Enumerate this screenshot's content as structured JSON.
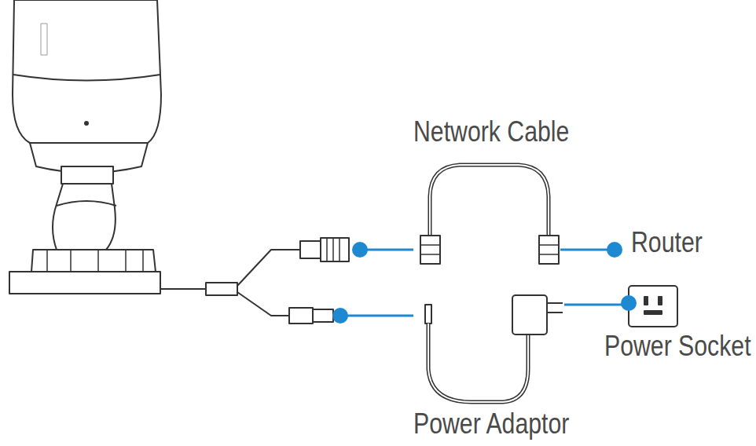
{
  "diagram": {
    "labels": [
      "Network Cable",
      "Router",
      "Power Socket",
      "Power Adaptor"
    ]
  }
}
